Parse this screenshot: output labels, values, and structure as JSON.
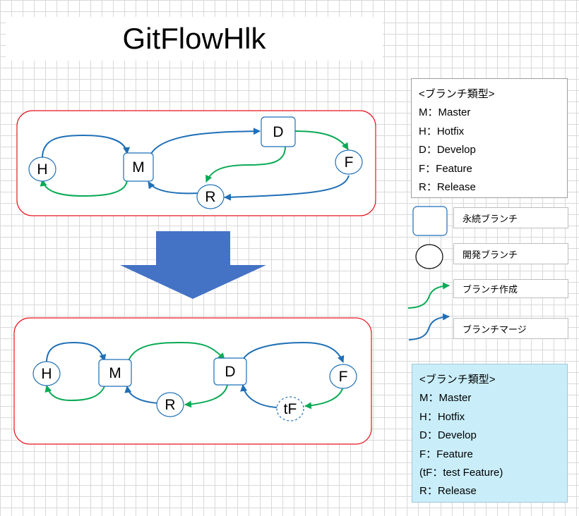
{
  "title": "GitFlowHlk",
  "colors": {
    "frame": "#e8141e",
    "merge": "#1f6fb6",
    "create": "#0aaa55",
    "big_arrow": "#4472c4",
    "legend_bg2": "#c9eefa"
  },
  "top_diagram": {
    "nodes": {
      "h": "H",
      "m": "M",
      "d": "D",
      "f": "F",
      "r": "R"
    }
  },
  "bottom_diagram": {
    "nodes": {
      "h": "H",
      "m": "M",
      "d": "D",
      "f": "F",
      "r": "R",
      "tf": "tF"
    }
  },
  "legend1": {
    "header": "<ブランチ類型>",
    "items": [
      "M：Master",
      "H：Hotfix",
      "D：Develop",
      "F：Feature",
      "R：Release"
    ]
  },
  "key": {
    "permanent": "永続ブランチ",
    "development": "開発ブランチ",
    "create": "ブランチ作成",
    "merge": "ブランチマージ"
  },
  "legend2": {
    "header": "<ブランチ類型>",
    "items": [
      "M：Master",
      "H：Hotfix",
      "D：Develop",
      "F：Feature",
      "(tF：test Feature)",
      "R：Release"
    ]
  }
}
